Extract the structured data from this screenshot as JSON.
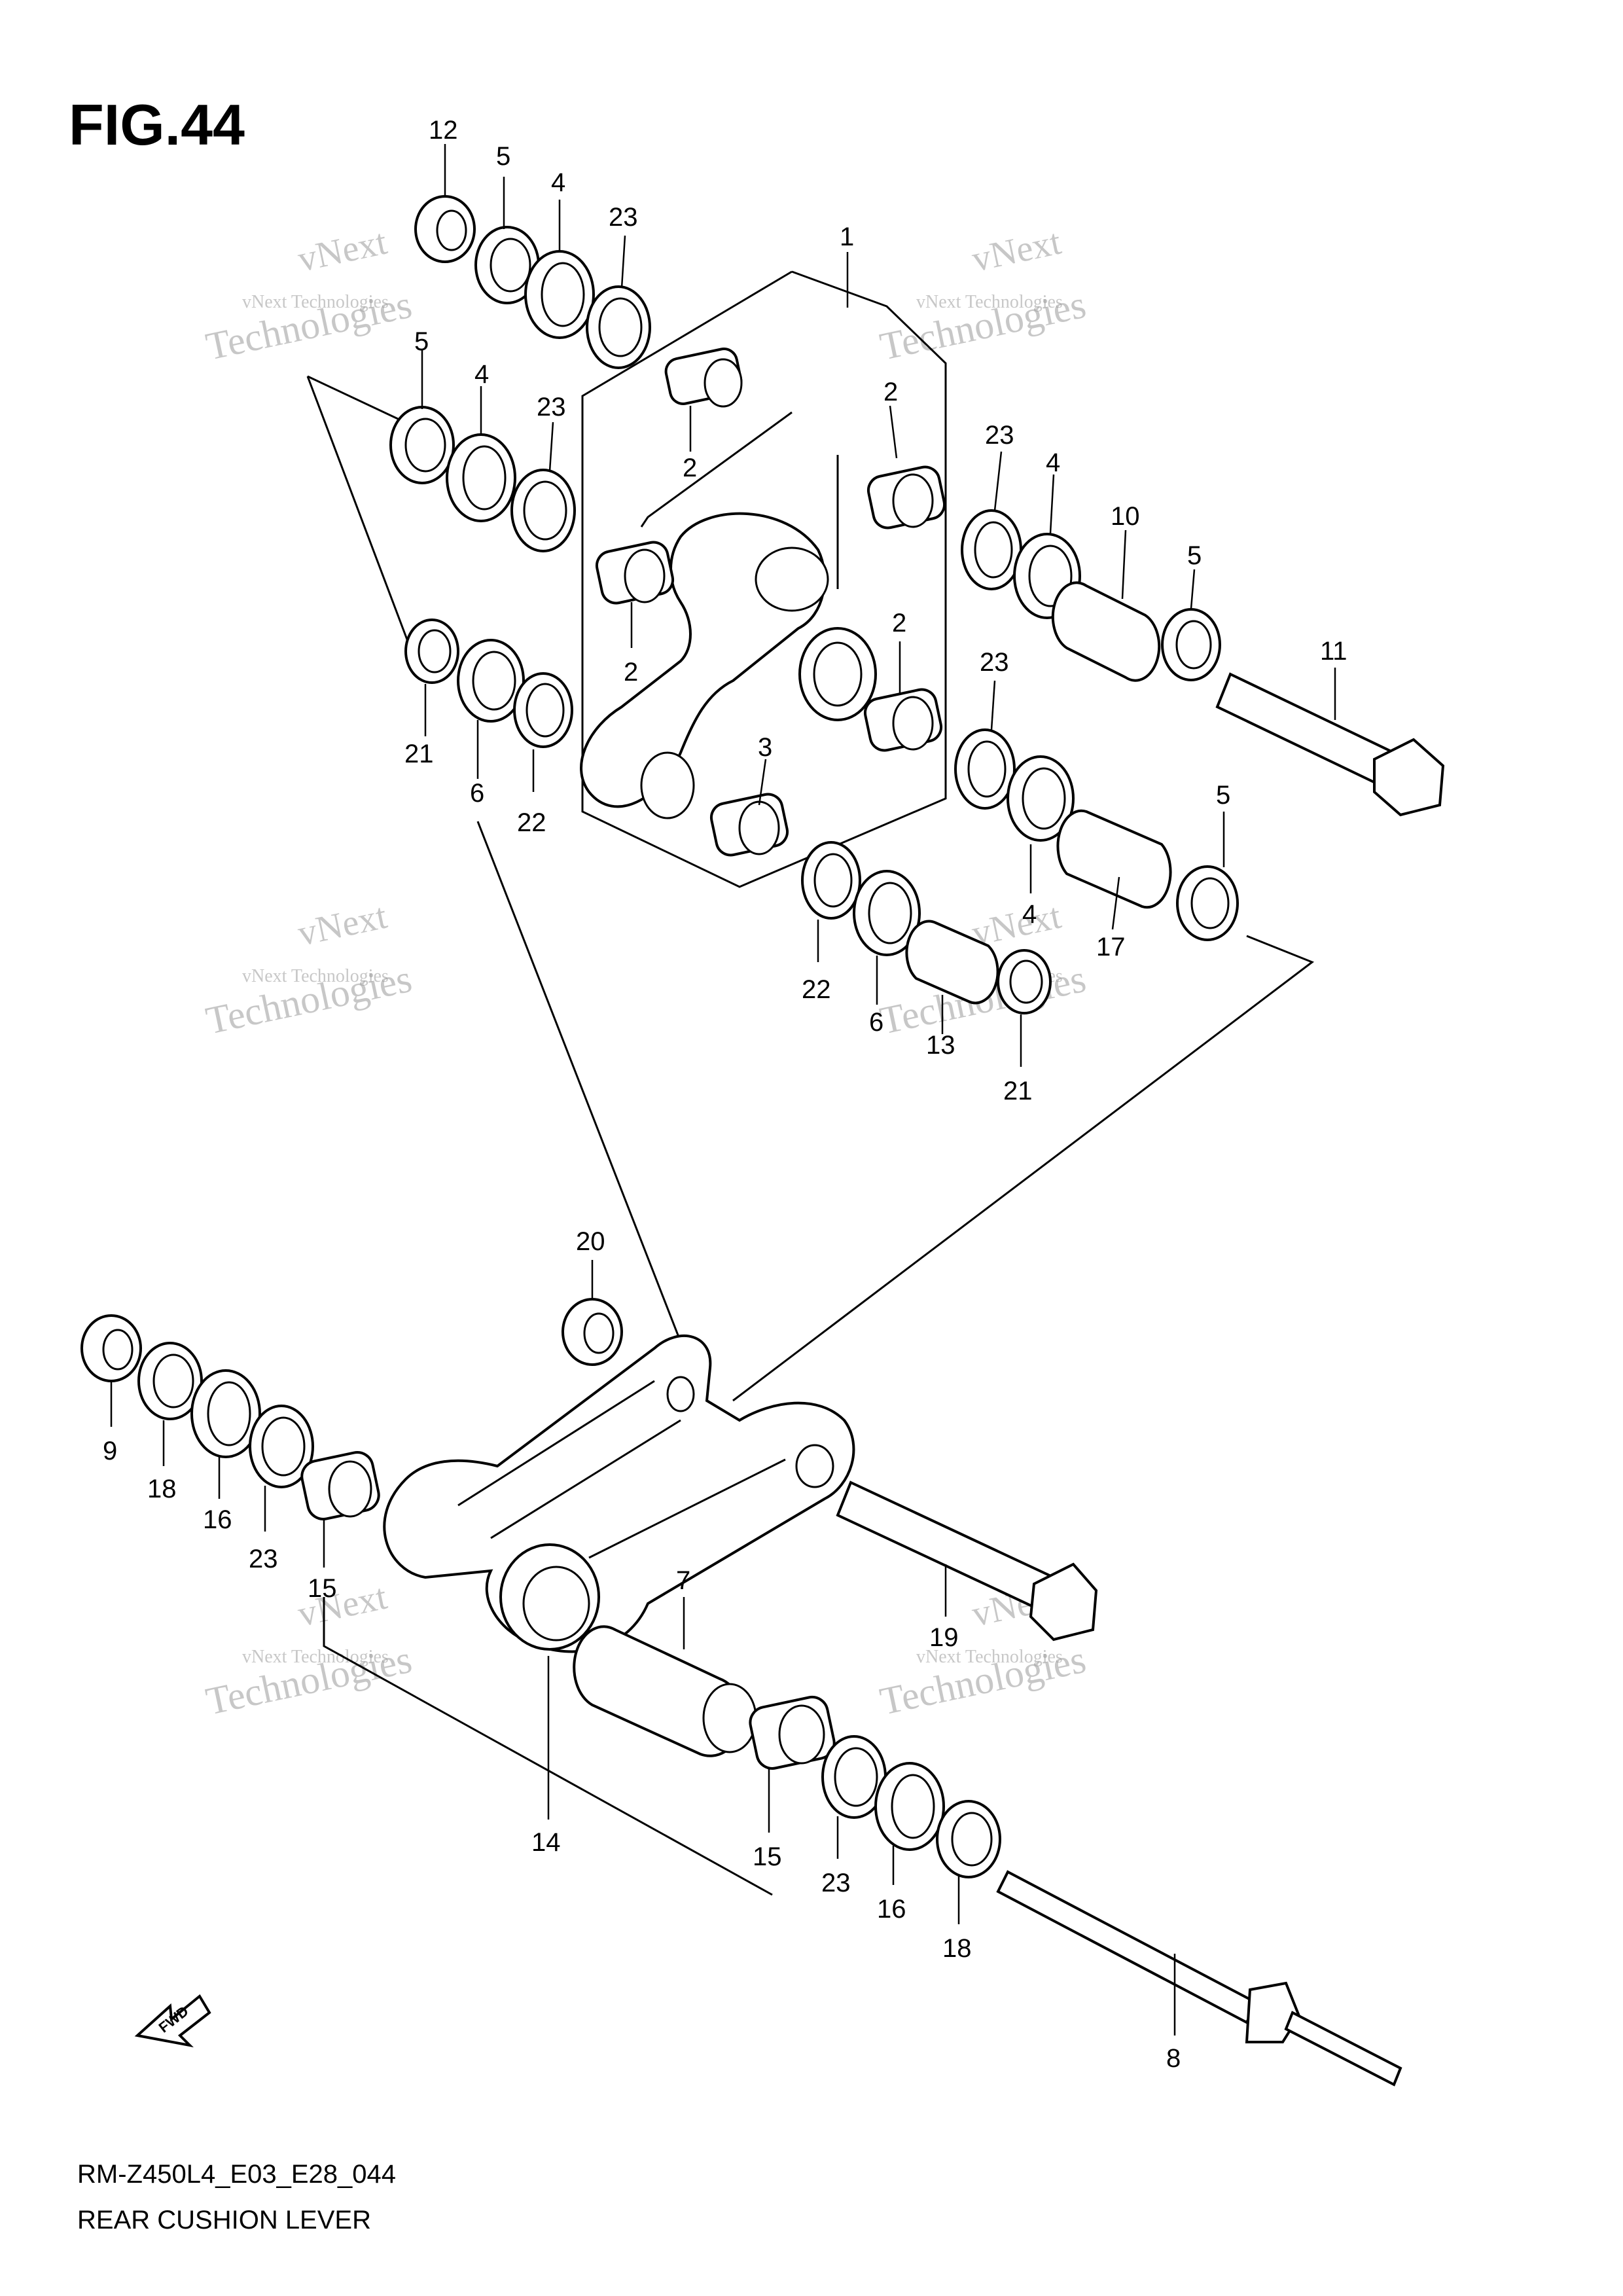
{
  "title": "FIG.44",
  "footer": {
    "code": "RM-Z450L4_E03_E28_044",
    "name": "REAR CUSHION LEVER"
  },
  "watermark": {
    "line1": "vNext Technologies",
    "line2": "vNext",
    "line3": "Technologies"
  },
  "fwd_label": "FWD",
  "callouts": [
    {
      "id": "c12a",
      "text": "12"
    },
    {
      "id": "c5a",
      "text": "5"
    },
    {
      "id": "c4a",
      "text": "4"
    },
    {
      "id": "c23a",
      "text": "23"
    },
    {
      "id": "c1",
      "text": "1"
    },
    {
      "id": "c5b",
      "text": "5"
    },
    {
      "id": "c4b",
      "text": "4"
    },
    {
      "id": "c23b",
      "text": "23"
    },
    {
      "id": "c2a",
      "text": "2"
    },
    {
      "id": "c2b",
      "text": "2"
    },
    {
      "id": "c2c",
      "text": "2"
    },
    {
      "id": "c2d",
      "text": "2"
    },
    {
      "id": "c3",
      "text": "3"
    },
    {
      "id": "c23c",
      "text": "23"
    },
    {
      "id": "c4c",
      "text": "4"
    },
    {
      "id": "c10",
      "text": "10"
    },
    {
      "id": "c5c",
      "text": "5"
    },
    {
      "id": "c11",
      "text": "11"
    },
    {
      "id": "c21a",
      "text": "21"
    },
    {
      "id": "c6a",
      "text": "6"
    },
    {
      "id": "c22a",
      "text": "22"
    },
    {
      "id": "c23d",
      "text": "23"
    },
    {
      "id": "c5d",
      "text": "5"
    },
    {
      "id": "c4d",
      "text": "4"
    },
    {
      "id": "c17",
      "text": "17"
    },
    {
      "id": "c22b",
      "text": "22"
    },
    {
      "id": "c6b",
      "text": "6"
    },
    {
      "id": "c13",
      "text": "13"
    },
    {
      "id": "c21b",
      "text": "21"
    },
    {
      "id": "c20",
      "text": "20"
    },
    {
      "id": "c9",
      "text": "9"
    },
    {
      "id": "c18a",
      "text": "18"
    },
    {
      "id": "c16a",
      "text": "16"
    },
    {
      "id": "c23e",
      "text": "23"
    },
    {
      "id": "c15a",
      "text": "15"
    },
    {
      "id": "c7",
      "text": "7"
    },
    {
      "id": "c19",
      "text": "19"
    },
    {
      "id": "c14",
      "text": "14"
    },
    {
      "id": "c15b",
      "text": "15"
    },
    {
      "id": "c23f",
      "text": "23"
    },
    {
      "id": "c16b",
      "text": "16"
    },
    {
      "id": "c18b",
      "text": "18"
    },
    {
      "id": "c8",
      "text": "8"
    }
  ]
}
